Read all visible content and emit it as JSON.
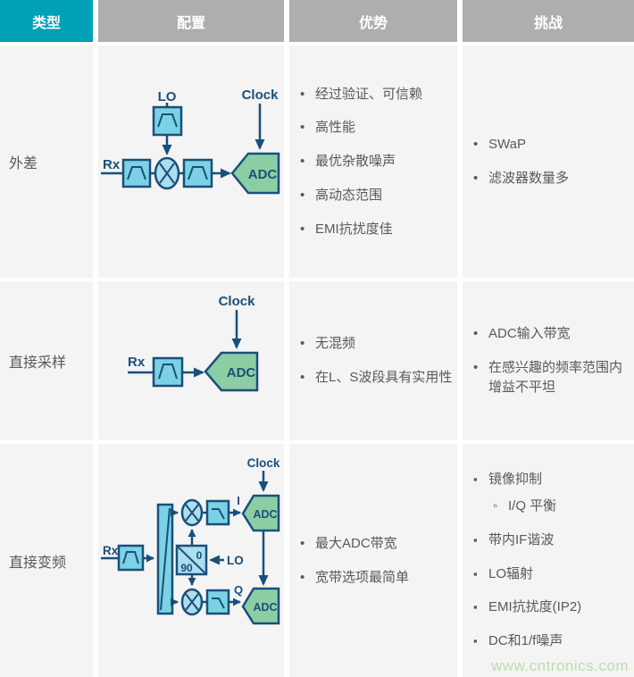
{
  "header": {
    "columns": [
      "类型",
      "配置",
      "优势",
      "挑战"
    ]
  },
  "rows": [
    {
      "type": "外差",
      "advantages": [
        "经过验证、可信赖",
        "高性能",
        "最优杂散噪声",
        "高动态范围",
        "EMI抗扰度佳"
      ],
      "challenges": [
        "SWaP",
        "滤波器数量多"
      ]
    },
    {
      "type": "直接采样",
      "advantages": [
        "无混频",
        "在L、S波段具有实用性"
      ],
      "challenges": [
        "ADC输入带宽",
        "在感兴趣的频率范围内增益不平坦"
      ]
    },
    {
      "type": "直接变频",
      "advantages": [
        "最大ADC带宽",
        "宽带选项最简单"
      ],
      "challenges": [
        "镜像抑制",
        "I/Q 平衡",
        "带内IF谐波",
        "LO辐射",
        "EMI抗扰度(IP2)",
        "DC和1/f噪声"
      ]
    }
  ],
  "diagrams": {
    "heterodyne": {
      "lo": "LO",
      "clock": "Clock",
      "rx": "Rx",
      "adc": "ADC"
    },
    "direct_sampling": {
      "clock": "Clock",
      "rx": "Rx",
      "adc": "ADC"
    },
    "direct_conversion": {
      "clock": "Clock",
      "rx": "Rx",
      "lo": "LO",
      "i": "I",
      "q": "Q",
      "deg0": "0",
      "deg90": "90",
      "adc_i": "ADC",
      "adc_q": "ADC"
    }
  },
  "watermark": "www.cntronics.com",
  "colors": {
    "header_accent": "#00a0b6",
    "header_gray": "#aeaeae",
    "cell_bg": "#f4f4f4",
    "text_gray": "#595959",
    "diagram_navy": "#1a4f7a",
    "filter_fill": "#7cd2e5",
    "mixer_fill": "#abdeee",
    "adc_fill": "#8ccea4",
    "watermark_green": "#b9e0aa"
  }
}
